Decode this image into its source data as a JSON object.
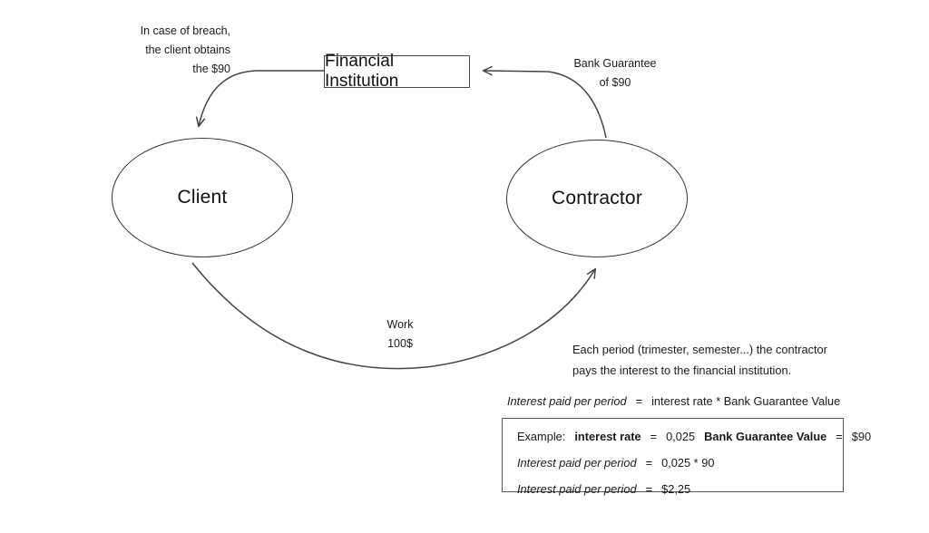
{
  "diagram": {
    "nodes": [
      {
        "id": "client",
        "label": "Client",
        "shape": "ellipse"
      },
      {
        "id": "contractor",
        "label": "Contractor",
        "shape": "ellipse"
      },
      {
        "id": "financial_institution",
        "label": "Financial Institution",
        "shape": "rectangle"
      }
    ],
    "edge_labels": {
      "breach": "In case of breach,\nthe client obtains\nthe $90",
      "guarantee": "Bank Guarantee\nof $90",
      "work": "Work\n100$"
    },
    "note": "Each period (trimester, semester...) the contractor\npays the interest to the financial institution.",
    "formula": {
      "term": "Interest paid per period",
      "equals": "=",
      "expression": "interest rate * Bank Guarantee Value"
    },
    "example": {
      "title": "Example:",
      "rows": [
        {
          "label_bold": "interest rate",
          "eq1": "=",
          "val1": "0,025",
          "label2_bold": "Bank Guarantee Value",
          "eq2": "=",
          "val2": "$90"
        },
        {
          "term_italic": "Interest paid per period",
          "eq": "=",
          "value": "0,025 * 90"
        },
        {
          "term_italic": "Interest paid per period",
          "eq": "=",
          "value": "$2,25"
        }
      ]
    },
    "colors": {
      "stroke": "#333333",
      "text": "#1a1a1a",
      "background": "#ffffff",
      "box_border": "#555555"
    }
  }
}
